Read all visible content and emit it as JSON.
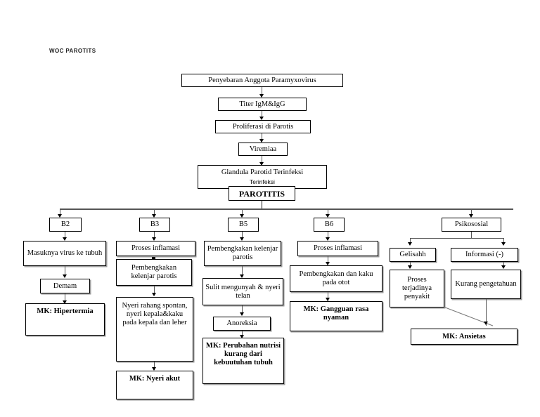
{
  "document": {
    "title": "WOC PAROTITS"
  },
  "spine": {
    "nodes": [
      {
        "id": "penyebaran",
        "label": "Penyebaran Anggota Paramyxovirus"
      },
      {
        "id": "titer",
        "label": "Titer IgM&IgG"
      },
      {
        "id": "proliferasi",
        "label": "Proliferasi di Parotis"
      },
      {
        "id": "viremia",
        "label": "Viremiaa"
      },
      {
        "id": "glandula",
        "label": "Glandula Parotid Terinfeksi",
        "sublabel": "Terinfeksi"
      },
      {
        "id": "parotitis",
        "label": "PAROTITIS"
      }
    ]
  },
  "branches": [
    {
      "key": "b2",
      "header": "B2",
      "nodes": [
        {
          "id": "b2-1",
          "label": "Masuknya virus ke tubuh"
        },
        {
          "id": "b2-2",
          "label": "Demam"
        },
        {
          "id": "b2-3",
          "label": "MK: Hipertermia",
          "diagnosis": true
        }
      ]
    },
    {
      "key": "b3",
      "header": "B3",
      "nodes": [
        {
          "id": "b3-1",
          "label": "Proses inflamasi"
        },
        {
          "id": "b3-2",
          "label": "Pembengkakan kelenjar parotis"
        },
        {
          "id": "b3-3",
          "label": "Nyeri rahang spontan, nyeri kepala&kaku pada kepala dan leher"
        },
        {
          "id": "b3-4",
          "label": "MK: Nyeri akut",
          "diagnosis": true
        }
      ]
    },
    {
      "key": "b5",
      "header": "B5",
      "nodes": [
        {
          "id": "b5-1",
          "label": "Pembengkakan kelenjar parotis"
        },
        {
          "id": "b5-2",
          "label": "Sulit mengunyah & nyeri telan"
        },
        {
          "id": "b5-3",
          "label": "Anoreksia"
        },
        {
          "id": "b5-4",
          "label": "MK: Perubahan nutrisi kurang dari kebuutuhan tubuh",
          "diagnosis": true
        }
      ]
    },
    {
      "key": "b6",
      "header": "B6",
      "nodes": [
        {
          "id": "b6-1",
          "label": "Proses inflamasi"
        },
        {
          "id": "b6-2",
          "label": "Pembengkakan dan kaku pada otot"
        },
        {
          "id": "b6-3",
          "label": "MK: Gangguan rasa nyaman",
          "diagnosis": true
        }
      ]
    },
    {
      "key": "psikososial",
      "header": "Psikososial",
      "nodes": [
        {
          "id": "ps-1",
          "label": "Gelisahh"
        },
        {
          "id": "ps-2",
          "label": "Informasi (-)"
        },
        {
          "id": "ps-3",
          "label": "Proses terjadinya penyakit"
        },
        {
          "id": "ps-4",
          "label": "Kurang pengetahuan"
        },
        {
          "id": "ps-5",
          "label": "MK: Ansietas",
          "diagnosis": true
        }
      ]
    }
  ],
  "style": {
    "box_border": "#000000",
    "connector": "#555555",
    "shadow": "#9a9a9a",
    "background": "#ffffff"
  }
}
